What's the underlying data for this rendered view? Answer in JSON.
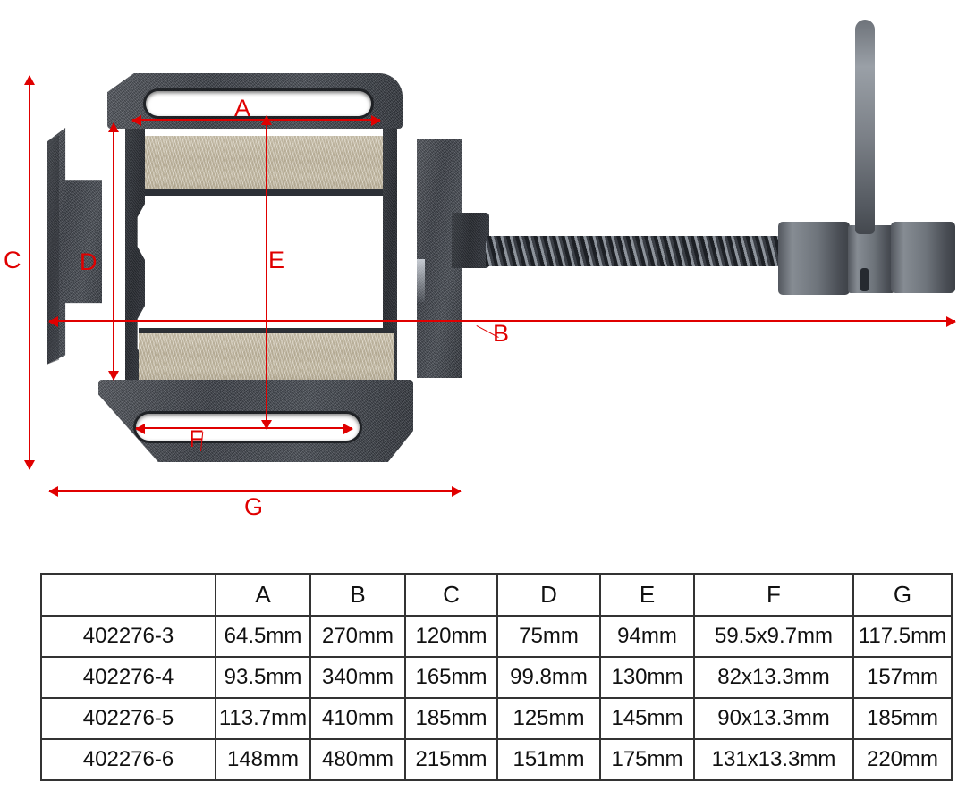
{
  "theme": {
    "annotation_red": "#e00000",
    "table_border": "#333333"
  },
  "diagram": {
    "name": "drill-press-vise-dimension-diagram",
    "dimension_labels": [
      {
        "key": "A",
        "label": "A"
      },
      {
        "key": "B",
        "label": "B"
      },
      {
        "key": "C",
        "label": "C"
      },
      {
        "key": "D",
        "label": "D"
      },
      {
        "key": "E",
        "label": "E"
      },
      {
        "key": "F",
        "label": "F"
      },
      {
        "key": "G",
        "label": "G"
      }
    ]
  },
  "spec_table": {
    "columns": [
      "",
      "A",
      "B",
      "C",
      "D",
      "E",
      "F",
      "G"
    ],
    "rows": [
      {
        "model": "402276-3",
        "A": "64.5mm",
        "B": "270mm",
        "C": "120mm",
        "D": "75mm",
        "E": "94mm",
        "F": "59.5x9.7mm",
        "G": "117.5mm"
      },
      {
        "model": "402276-4",
        "A": "93.5mm",
        "B": "340mm",
        "C": "165mm",
        "D": "99.8mm",
        "E": "130mm",
        "F": "82x13.3mm",
        "G": "157mm"
      },
      {
        "model": "402276-5",
        "A": "113.7mm",
        "B": "410mm",
        "C": "185mm",
        "D": "125mm",
        "E": "145mm",
        "F": "90x13.3mm",
        "G": "185mm"
      },
      {
        "model": "402276-6",
        "A": "148mm",
        "B": "480mm",
        "C": "215mm",
        "D": "151mm",
        "E": "175mm",
        "F": "131x13.3mm",
        "G": "220mm"
      }
    ]
  }
}
